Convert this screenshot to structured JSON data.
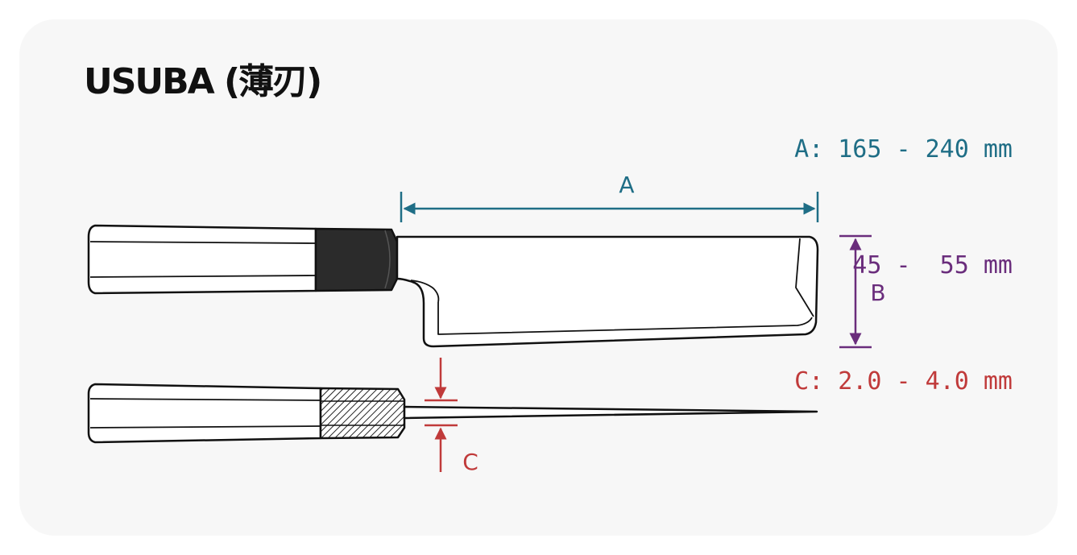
{
  "title": "USUBA (薄刃)",
  "specs": [
    {
      "id": "A",
      "text": "A: 165 - 240 mm",
      "color": "#1f6e86"
    },
    {
      "id": "B",
      "text": "B:  45 -  55 mm",
      "color": "#6a2d7c"
    },
    {
      "id": "C",
      "text": "C: 2.0 - 4.0 mm",
      "color": "#c03a3a"
    }
  ],
  "dimension_labels": {
    "a": "A",
    "b": "B",
    "c": "C"
  },
  "colors": {
    "background": "#f7f7f7",
    "outline": "#111111",
    "ferrule": "#2b2b2b",
    "dim_a": "#1f6e86",
    "dim_b": "#6a2d7c",
    "dim_c": "#c03a3a"
  }
}
